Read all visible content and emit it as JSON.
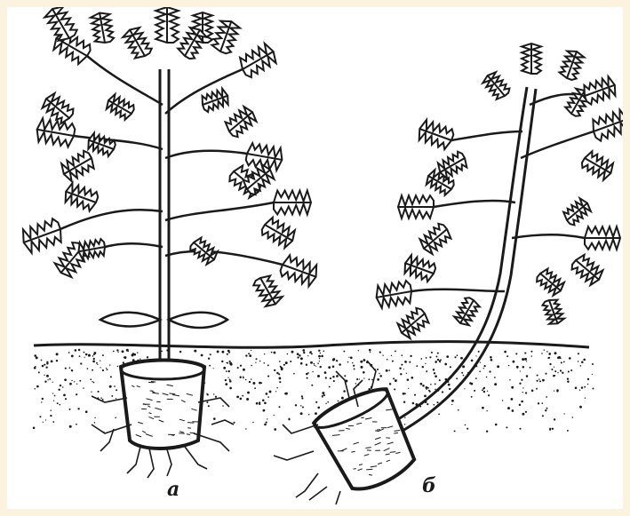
{
  "captions": {
    "a": "а",
    "b": "б"
  },
  "colors": {
    "ink": "#1a1a1a",
    "paper": "#ffffff",
    "border": "#fbf3de"
  },
  "plants": [
    {
      "id": "a",
      "state": "upright plant in pot placed in soil"
    },
    {
      "id": "b",
      "state": "tilted plant with pot lying on its side"
    }
  ]
}
